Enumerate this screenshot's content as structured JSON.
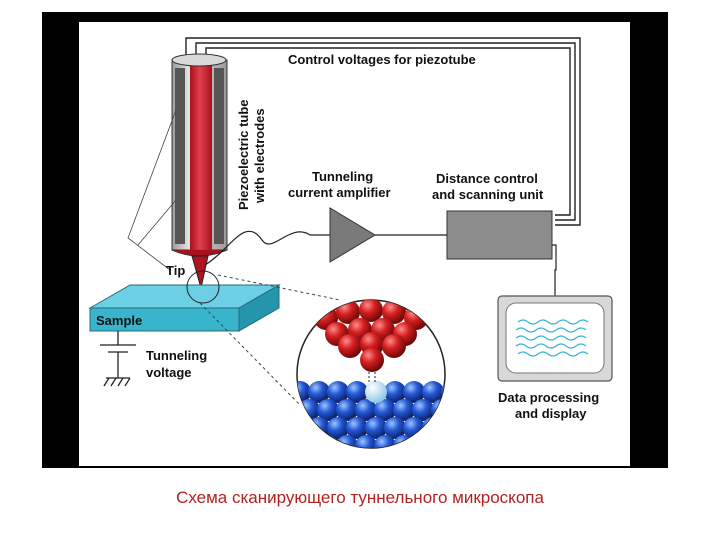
{
  "labels": {
    "control_voltages": "Control voltages for piezotube",
    "piezo_line1": "Piezoelectric tube",
    "piezo_line2": "with electrodes",
    "amplifier_line1": "Tunneling",
    "amplifier_line2": "current amplifier",
    "distance_line1": "Distance control",
    "distance_line2": "and scanning unit",
    "tip": "Tip",
    "sample": "Sample",
    "tunneling_voltage_line1": "Tunneling",
    "tunneling_voltage_line2": "voltage",
    "display_line1": "Data processing",
    "display_line2": "and display"
  },
  "caption": "Схема сканирующего туннельного микроскопа",
  "colors": {
    "frame": "#000000",
    "tube_red": "#d9293a",
    "tube_grey": "#b8b8b8",
    "sample_top": "#5fc6dc",
    "sample_front": "#35b2cc",
    "unit_grey": "#8c8c8c",
    "amplifier": "#7a7a7a",
    "tip_atoms": "#c41818",
    "sample_atoms": "#1f4fcf",
    "screen": "#ffffff",
    "screen_wave": "#3fb8d8",
    "caption": "#b22222"
  },
  "icons": [
    "piezo-tube-icon",
    "tip-icon",
    "amplifier-icon",
    "scanning-unit-icon",
    "monitor-icon",
    "ground-icon",
    "atoms-zoom-icon"
  ]
}
